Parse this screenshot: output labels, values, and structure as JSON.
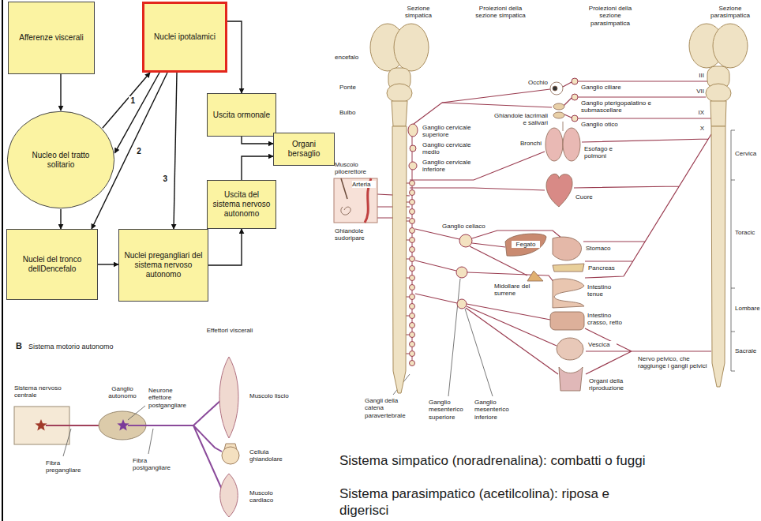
{
  "diagram": {
    "nodes": [
      {
        "text": [
          "Afferenze viscerali"
        ]
      },
      {
        "text": [
          "Nuclei ipotalamici"
        ]
      },
      {
        "text": [
          "Nucleo del tratto solitario"
        ]
      },
      {
        "text": [
          "Uscita ormonale"
        ]
      },
      {
        "text": [
          "Organi bersaglio"
        ]
      },
      {
        "text": [
          "Uscita del sistema nervoso autonomo"
        ]
      },
      {
        "text": [
          "Nuclei del tronco dellDencefalo"
        ]
      },
      {
        "text": [
          "Nuclei pregangliari del sistema nervoso autonomo"
        ]
      }
    ],
    "edges": [
      {
        "from": 0,
        "to": 2,
        "arrow": "to"
      },
      {
        "from": 2,
        "to": 1,
        "arrow": "to"
      },
      {
        "from": 1,
        "to": 2,
        "label": "1",
        "arrow": "to"
      },
      {
        "from": 1,
        "to": 6,
        "label": "2",
        "arrow": "to"
      },
      {
        "from": 1,
        "to": 7,
        "label": "3",
        "arrow": "to"
      },
      {
        "from": 1,
        "to": 3,
        "arrow": "to"
      },
      {
        "from": 3,
        "to": 4,
        "arrow": "to"
      },
      {
        "from": 5,
        "to": 4,
        "arrow": "to"
      },
      {
        "from": 2,
        "to": 6,
        "arrow": "to"
      },
      {
        "from": 6,
        "to": 7,
        "arrow": "to"
      },
      {
        "from": 7,
        "to": 5,
        "arrow": "to"
      }
    ],
    "labels": [
      "B",
      "Sistema motorio autonomo",
      "Effettori viscerali",
      "Sistema nervoso centrale",
      "Ganglio autonomo",
      "Neurone effettore postgangliare",
      "Muscolo liscio",
      "Cellula ghiandolare",
      "Muscolo cardiaco",
      "Fibra pregangliare",
      "Fibra postgangliare",
      "Sezione simpatica",
      "Proiezioni della sezione simpatica",
      "Proiezioni della sezione parasimpatica",
      "Sezione parasimpatica",
      "encefalo",
      "Ponte",
      "Bulbo",
      "Occhio",
      "Ganglio ciliare",
      "Ghiandole lacrimali e salivari",
      "Ganglio pterigopalatino e submascellare",
      "Ganglio otico",
      "III",
      "VII",
      "IX",
      "X",
      "Ganglio cervicale superiore",
      "Ganglio cervicale medio",
      "Ganglio cervicale inferiore",
      "Bronchi",
      "Esofago e polmoni",
      "Cuore",
      "Muscolo piloerettore",
      "Arteria",
      "Ghiandole sudoripare",
      "Ganglio celiaco",
      "Fegato",
      "Stomaco",
      "Pancreas",
      "Midollare del surrene",
      "Intestino tenue",
      "Intestino crasso, retto",
      "Vescica",
      "Nervo pelvico, che raggiunge i gangli pelvici",
      "Organi della riproduzione",
      "Gangli della catena paravertebrale",
      "Ganglio mesenterico superiore",
      "Ganglio mesenterico inferiore",
      "Cervica",
      "Toracic",
      "Lombare",
      "Sacrale",
      "Sistema simpatico (noradrenalina): combatti o fuggi",
      "Sistema parasimpatico (acetilcolina): riposa e digerisci"
    ]
  }
}
